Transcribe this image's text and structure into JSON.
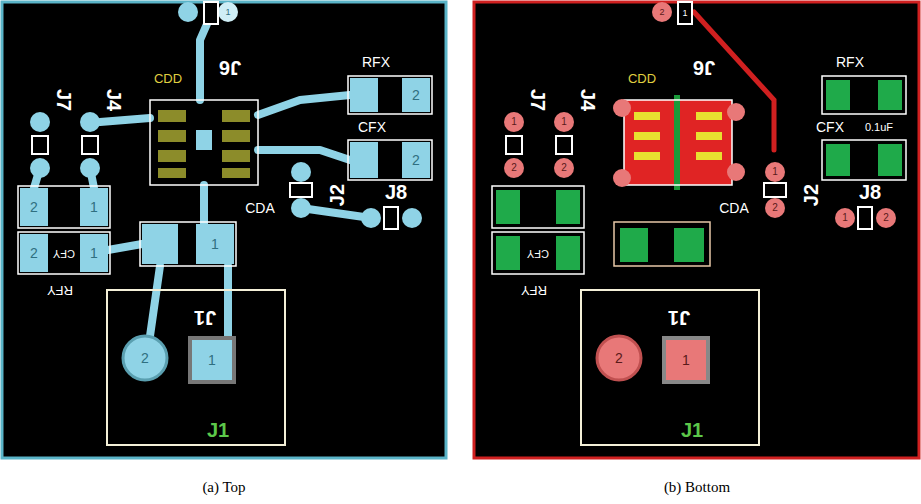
{
  "diagram": {
    "labels": [
      "1",
      "CDD",
      "J6",
      "J7",
      "J4",
      "RFX",
      "2",
      "CFX",
      "2",
      "J8",
      "J2",
      "CDA",
      "2",
      "1",
      "2",
      "1",
      "1",
      "CFY",
      "RFY",
      "J1",
      "2",
      "1",
      "J1",
      "2",
      "1",
      "CDD",
      "J6",
      "J7",
      "J4",
      "RFX",
      "CFX",
      "0.1uF",
      "1",
      "2",
      "1",
      "2",
      "CDA",
      "J8",
      "J2",
      "1",
      "2",
      "1",
      "2",
      "CFY",
      "RFY",
      "J1",
      "2",
      "1",
      "J1",
      "(a) Top",
      "(b) Bottom"
    ]
  }
}
